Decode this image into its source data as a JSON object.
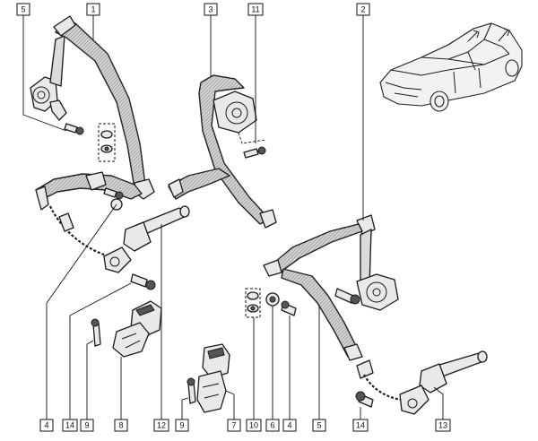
{
  "diagram": {
    "callouts": [
      {
        "id": "c5a",
        "label": "5"
      },
      {
        "id": "c1",
        "label": "1"
      },
      {
        "id": "c3",
        "label": "3"
      },
      {
        "id": "c11",
        "label": "11"
      },
      {
        "id": "c2",
        "label": "2"
      },
      {
        "id": "c4a",
        "label": "4"
      },
      {
        "id": "c14a",
        "label": "14"
      },
      {
        "id": "c9a",
        "label": "9"
      },
      {
        "id": "c8",
        "label": "8"
      },
      {
        "id": "c12",
        "label": "12"
      },
      {
        "id": "c9b",
        "label": "9"
      },
      {
        "id": "c7",
        "label": "7"
      },
      {
        "id": "c10",
        "label": "10"
      },
      {
        "id": "c6",
        "label": "6"
      },
      {
        "id": "c4b",
        "label": "4"
      },
      {
        "id": "c5b",
        "label": "5"
      },
      {
        "id": "c14b",
        "label": "14"
      },
      {
        "id": "c13",
        "label": "13"
      }
    ]
  }
}
